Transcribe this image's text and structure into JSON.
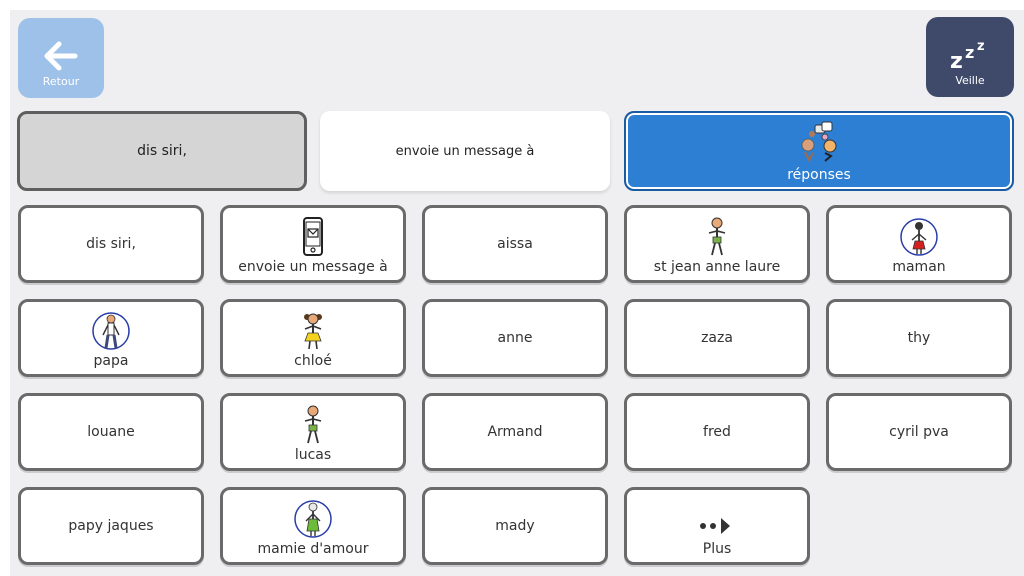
{
  "top_bar": {
    "back_label": "Retour",
    "sleep_label": "Veille"
  },
  "phrase_bar": {
    "item1": "dis siri,",
    "item2": "envoie un message à",
    "responses_label": "réponses"
  },
  "grid": {
    "tiles": [
      {
        "label": "dis siri,",
        "icon": "none"
      },
      {
        "label": "envoie un message à",
        "icon": "phone-message-icon"
      },
      {
        "label": "aissa",
        "icon": "none"
      },
      {
        "label": "st jean anne laure",
        "icon": "person-icon"
      },
      {
        "label": "maman",
        "icon": "woman-icon"
      },
      {
        "label": "papa",
        "icon": "man-icon"
      },
      {
        "label": "chloé",
        "icon": "girl-icon"
      },
      {
        "label": "anne",
        "icon": "none"
      },
      {
        "label": "zaza",
        "icon": "none"
      },
      {
        "label": "thy",
        "icon": "none"
      },
      {
        "label": "louane",
        "icon": "none"
      },
      {
        "label": "lucas",
        "icon": "boy-icon"
      },
      {
        "label": "Armand",
        "icon": "none"
      },
      {
        "label": "fred",
        "icon": "none"
      },
      {
        "label": "cyril pva",
        "icon": "none"
      },
      {
        "label": "papy jaques",
        "icon": "none"
      },
      {
        "label": "mamie d'amour",
        "icon": "grandmother-icon"
      },
      {
        "label": "mady",
        "icon": "none"
      },
      {
        "label": "Plus",
        "icon": "more-arrow-icon"
      }
    ]
  },
  "colors": {
    "back_button": "#9ec1ea",
    "sleep_button": "#3f4a6b",
    "responses_button": "#2d7fd3",
    "tile_border": "#6a6a6a",
    "background": "#efeff1"
  }
}
